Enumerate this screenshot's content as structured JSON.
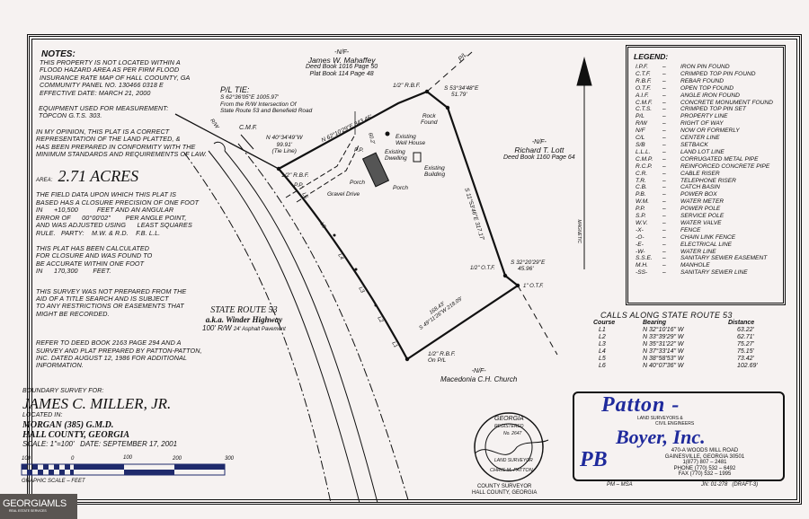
{
  "notes": {
    "heading": "NOTES:",
    "flood": [
      "THIS PROPERTY IS NOT LOCATED WITHIN A",
      "FLOOD HAZARD AREA AS PER FIRM FLOOD",
      "INSURANCE RATE MAP OF HALL COOUNTY, GA",
      "COMMUNITY PANEL NO. 130466 0318 E",
      "EFFECTIVE DATE: MARCH 21, 2000"
    ],
    "equipment": [
      "EQUIPMENT USED FOR MEASUREMENT:",
      "TOPCON G.T.S. 303."
    ],
    "opinion": [
      "IN MY OPINION, THIS PLAT IS A CORRECT",
      "REPRESENTATION OF THE LAND PLATTED, &",
      "HAS BEEN PREPARED IN CONFORMITY WITH THE",
      "MINIMUM STANDARDS AND REQUIREMENTS OF LAW."
    ],
    "area_label": "AREA:",
    "area_value": "2.71 ACRES",
    "field_data": [
      "THE FIELD DATA UPON WHICH THIS PLAT IS",
      "BASED HAS A CLOSURE PRECISION OF ONE FOOT",
      "IN      +10,500          FEET AND AN ANGULAR",
      "ERROR OF      00°00'02\"        PER ANGLE POINT,",
      "AND WAS ADJUSTED USING      LEAST SQUARES",
      "RULE.   PARTY:    M.W. & R.D.    F.B. L.L."
    ],
    "closure": [
      "THIS PLAT HAS BEEN CALCULATED",
      "FOR CLOSURE AND WAS FOUND TO",
      "BE ACCURATE WITHIN ONE FOOT",
      "IN      170,300        FEET."
    ],
    "title_search": [
      "THIS SURVEY WAS NOT PREPARED FROM THE",
      "AID OF A TITLE SEARCH AND IS SUBJECT",
      "TO ANY RESTRICTIONS OR EASEMENTS THAT",
      "MIGHT BE RECORDED."
    ],
    "refer": [
      "REFER TO DEED BOOK 2163 PAGE 294 AND A",
      "SURVEY AND PLAT PREPARED BY PATTON-PATTON,",
      "INC. DATED AUGUST 12, 1986 FOR ADDITIONAL",
      "INFORMATION."
    ]
  },
  "title_block": {
    "survey_for": "BOUNDARY SURVEY FOR:",
    "owner": "JAMES C. MILLER, JR.",
    "located_in": "LOCATED IN:",
    "district": "MORGAN (385) G.M.D.",
    "county": "HALL COUNTY, GEORGIA",
    "scale_date": "SCALE: 1\"=100'   DATE: SEPTEMBER 17, 2001",
    "scale_ticks": [
      "100",
      "0",
      "100",
      "200",
      "300"
    ],
    "scale_caption": "GRAPHIC SCALE  –  FEET"
  },
  "plat": {
    "mahaffey": [
      "-N/F-",
      "James W. Mahaffey",
      "Deed Book 1016 Page 50",
      "Plat Book 114 Page 48"
    ],
    "pl_tie": [
      "P/L TIE:",
      "S 62°36'05\"E 1005.97'",
      "From the R/W Intersection Of",
      "State Route 53 and Benefield Road"
    ],
    "cmf": "C.M.F.",
    "tie_line": [
      "N 40°34'49\"W",
      "99.91'",
      "(Tie Line)"
    ],
    "north_line": "N 62°10'29\"E 343.46'",
    "rbf_top": "1/2\" R.B.F.",
    "pl_label": "P/L",
    "rw_label": "R/W",
    "ne_call": [
      "S 53°34'48\"E",
      "51.79'"
    ],
    "rock": [
      "Rock",
      "Found"
    ],
    "well": [
      "Existing",
      "Well House"
    ],
    "dwelling": [
      "Existing",
      "Dwelling"
    ],
    "building": [
      "Existing",
      "Building"
    ],
    "porch": "Porch",
    "pp": "P.P.",
    "drive_dist": "60.2'",
    "rbf_road": "1/2\" R.B.F.",
    "gravel": "Gravel Drive",
    "lott": [
      "-N/F-",
      "Richard T. Lott",
      "Deed Book 1160 Page 64"
    ],
    "east_line": "S 11°53'46\"E 317.17'",
    "otf_half": "1/2\" O.T.F.",
    "se_call": [
      "S 32°20'29\"E",
      "45.96'"
    ],
    "otf_one": "1\" O.T.F.",
    "south_line": [
      "168.43'",
      "S 49°11'26\"W 218.09'"
    ],
    "rbf_pl": [
      "1/2\" R.B.F.",
      "On P/L"
    ],
    "church": [
      "-N/F-",
      "Macedonia C.H. Church"
    ],
    "road": [
      "STATE ROUTE 53",
      "a.k.a. Winder Highway",
      "100' R/W",
      "24' Asphalt Pavement"
    ],
    "courses": [
      "L1",
      "L2",
      "L3",
      "L4",
      "L5",
      "L6"
    ],
    "magnetic": "MAGNETIC"
  },
  "legend": {
    "heading": "LEGEND:",
    "items": [
      [
        "I.P.F.",
        "IRON PIN FOUND"
      ],
      [
        "C.T.F.",
        "CRIMPED TOP PIN FOUND"
      ],
      [
        "R.B.F.",
        "REBAR FOUND"
      ],
      [
        "O.T.F.",
        "OPEN TOP FOUND"
      ],
      [
        "A.I.F.",
        "ANGLE IRON FOUND"
      ],
      [
        "C.M.F.",
        "CONCRETE MONUMENT FOUND"
      ],
      [
        "C.T.S.",
        "CRIMPED TOP PIN SET"
      ],
      [
        "P/L",
        "PROPERTY LINE"
      ],
      [
        "R/W",
        "RIGHT OF WAY"
      ],
      [
        "N/F",
        "NOW OR FORMERLY"
      ],
      [
        "C/L",
        "CENTER LINE"
      ],
      [
        "S/B",
        "SETBACK"
      ],
      [
        "L.L.L.",
        "LAND LOT LINE"
      ],
      [
        "C.M.P.",
        "CORRUGATED METAL PIPE"
      ],
      [
        "R.C.P.",
        "REINFORCED CONCRETE PIPE"
      ],
      [
        "C.R.",
        "CABLE RISER"
      ],
      [
        "T.R.",
        "TELEPHONE RISER"
      ],
      [
        "C.B.",
        "CATCH BASIN"
      ],
      [
        "P.B.",
        "POWER BOX"
      ],
      [
        "W.M.",
        "WATER METER"
      ],
      [
        "P.P.",
        "POWER POLE"
      ],
      [
        "S.P.",
        "SERVICE POLE"
      ],
      [
        "W.V.",
        "WATER VALVE"
      ],
      [
        "-X-",
        "FENCE"
      ],
      [
        "-O-",
        "CHAIN LINK FENCE"
      ],
      [
        "-E-",
        "ELECTRICAL LINE"
      ],
      [
        "-W-",
        "WATER LINE"
      ],
      [
        "S.S.E.",
        "SANITARY SEWER EASEMENT"
      ],
      [
        "M.H.",
        "MANHOLE"
      ],
      [
        "-SS-",
        "SANITARY SEWER LINE"
      ]
    ]
  },
  "calls": {
    "title": "CALLS ALONG STATE ROUTE 53",
    "headers": [
      "Course",
      "Bearing",
      "Distance"
    ],
    "rows": [
      [
        "L1",
        "N 32°10'16\" W",
        "63.22'"
      ],
      [
        "L2",
        "N 33°39'29\" W",
        "62.71'"
      ],
      [
        "L3",
        "N 35°31'22\" W",
        "75.27'"
      ],
      [
        "L4",
        "N 37°33'14\" W",
        "75.15'"
      ],
      [
        "L5",
        "N 38°58'53\" W",
        "73.42'"
      ],
      [
        "L6",
        "N 40°07'36\" W",
        "102.69'"
      ]
    ]
  },
  "seal": {
    "state": "GEORGIA",
    "registered": "REGISTERED",
    "number": "No. 2647",
    "land_surveyor": "LAND SURVEYOR",
    "name": "CHRIS M. PATTON",
    "caption": [
      "COUNTY SURVEYOR",
      "HALL COUNTY, GEORGIA"
    ]
  },
  "company": {
    "name_line1": "Patton -",
    "name_line2": "Boyer, Inc.",
    "monogram": "PB",
    "tagline": [
      "LAND SURVEYORS &",
      "CIVIL ENGINEERS"
    ],
    "address": [
      "470-A WOODS MILL ROAD",
      "GAINESVILLE, GEORGIA 30501",
      "1(877) 807 – 2481",
      "PHONE (770) 532 – 6492",
      "FAX (770) 532 – 1995"
    ],
    "drafter": "PM – MSA",
    "job": "JN: 01-278   (DRAFT-3)",
    "brand_color": "#1f2a9c"
  },
  "watermark": {
    "main": "GEORGIAMLS",
    "sub": "REAL ESTATE SERVICES"
  }
}
